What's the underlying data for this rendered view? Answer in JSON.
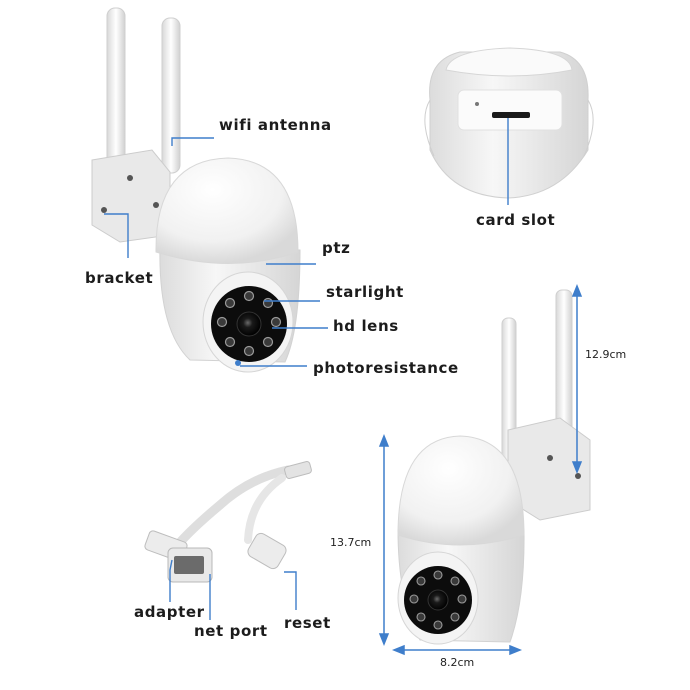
{
  "colors": {
    "background": "#ffffff",
    "callout_line": "#3f7ecb",
    "label_text": "#1c1c1c",
    "camera_body": "#f3f3f3"
  },
  "labels": {
    "wifi_antenna": "wifi antenna",
    "card_slot": "card slot",
    "ptz": "ptz",
    "bracket": "bracket",
    "starlight": "starlight",
    "hd_lens": "hd lens",
    "photoresistance": "photoresistance",
    "adapter": "adapter",
    "net_port": "net port",
    "reset": "reset"
  },
  "dimensions": {
    "antenna_height": "12.9cm",
    "camera_height": "13.7cm",
    "camera_width": "8.2cm"
  }
}
